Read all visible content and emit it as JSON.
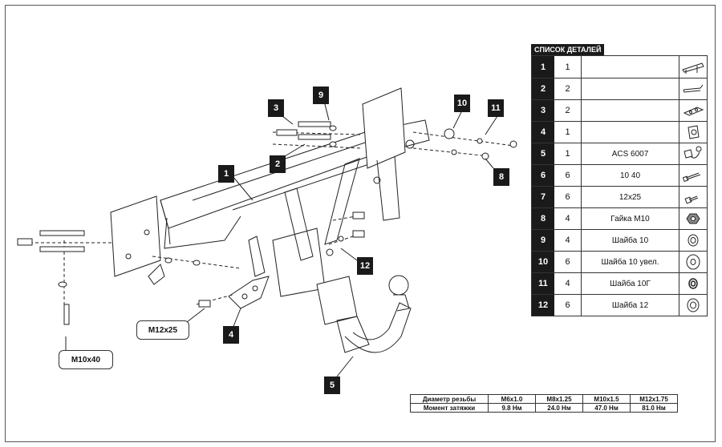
{
  "parts_list": {
    "title": "СПИСОК ДЕТАЛЕЙ",
    "items": [
      {
        "num": "1",
        "qty": "1",
        "name": "",
        "icon": "tow-bar-frame-icon"
      },
      {
        "num": "2",
        "qty": "2",
        "name": "",
        "icon": "bracket-icon"
      },
      {
        "num": "3",
        "qty": "2",
        "name": "",
        "icon": "plate-icon"
      },
      {
        "num": "4",
        "qty": "1",
        "name": "",
        "icon": "socket-bracket-icon"
      },
      {
        "num": "5",
        "qty": "1",
        "name": "ACS 6007",
        "icon": "tow-ball-hook-icon"
      },
      {
        "num": "6",
        "qty": "6",
        "name": "10  40",
        "icon": "bolt-long-icon"
      },
      {
        "num": "7",
        "qty": "6",
        "name": "12x25",
        "icon": "bolt-short-icon"
      },
      {
        "num": "8",
        "qty": "4",
        "name": "Гайка М10",
        "icon": "nut-icon"
      },
      {
        "num": "9",
        "qty": "4",
        "name": "Шайба 10",
        "icon": "washer-icon"
      },
      {
        "num": "10",
        "qty": "6",
        "name": "Шайба 10 увел.",
        "icon": "large-washer-icon"
      },
      {
        "num": "11",
        "qty": "4",
        "name": "Шайба 10Г",
        "icon": "spring-washer-icon"
      },
      {
        "num": "12",
        "qty": "6",
        "name": "Шайба 12",
        "icon": "washer-12-icon"
      }
    ]
  },
  "callouts": [
    "1",
    "2",
    "3",
    "4",
    "5",
    "8",
    "9",
    "10",
    "11",
    "12"
  ],
  "bolt_labels": {
    "m10x40": "M10x40",
    "m12x25": "M12x25"
  },
  "torque_table": {
    "row1_label": "Диаметр резьбы",
    "row2_label": "Момент затяжки",
    "threads": [
      "M6x1.0",
      "M8x1.25",
      "M10x1.5",
      "M12x1.75"
    ],
    "torques": [
      "9.8 Нм",
      "24.0 Нм",
      "47.0 Нм",
      "81.0 Нм"
    ]
  }
}
